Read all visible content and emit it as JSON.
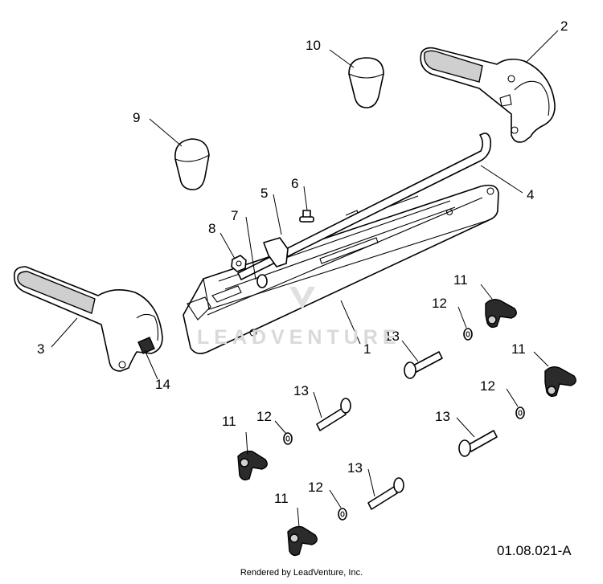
{
  "diagram": {
    "callouts": [
      {
        "id": "c1",
        "text": "1"
      },
      {
        "id": "c2",
        "text": "2"
      },
      {
        "id": "c3",
        "text": "3"
      },
      {
        "id": "c4",
        "text": "4"
      },
      {
        "id": "c5",
        "text": "5"
      },
      {
        "id": "c6",
        "text": "6"
      },
      {
        "id": "c7",
        "text": "7"
      },
      {
        "id": "c8",
        "text": "8"
      },
      {
        "id": "c9",
        "text": "9"
      },
      {
        "id": "c10",
        "text": "10"
      },
      {
        "id": "c11a",
        "text": "11"
      },
      {
        "id": "c11b",
        "text": "11"
      },
      {
        "id": "c11c",
        "text": "11"
      },
      {
        "id": "c11d",
        "text": "11"
      },
      {
        "id": "c12a",
        "text": "12"
      },
      {
        "id": "c12b",
        "text": "12"
      },
      {
        "id": "c12c",
        "text": "12"
      },
      {
        "id": "c12d",
        "text": "12"
      },
      {
        "id": "c13a",
        "text": "13"
      },
      {
        "id": "c13b",
        "text": "13"
      },
      {
        "id": "c13c",
        "text": "13"
      },
      {
        "id": "c13d",
        "text": "13"
      },
      {
        "id": "c14",
        "text": "14"
      }
    ],
    "reference_code": "01.08.021-A",
    "credit": "Rendered by LeadVenture, Inc.",
    "watermark": "LEADVENTURE"
  }
}
